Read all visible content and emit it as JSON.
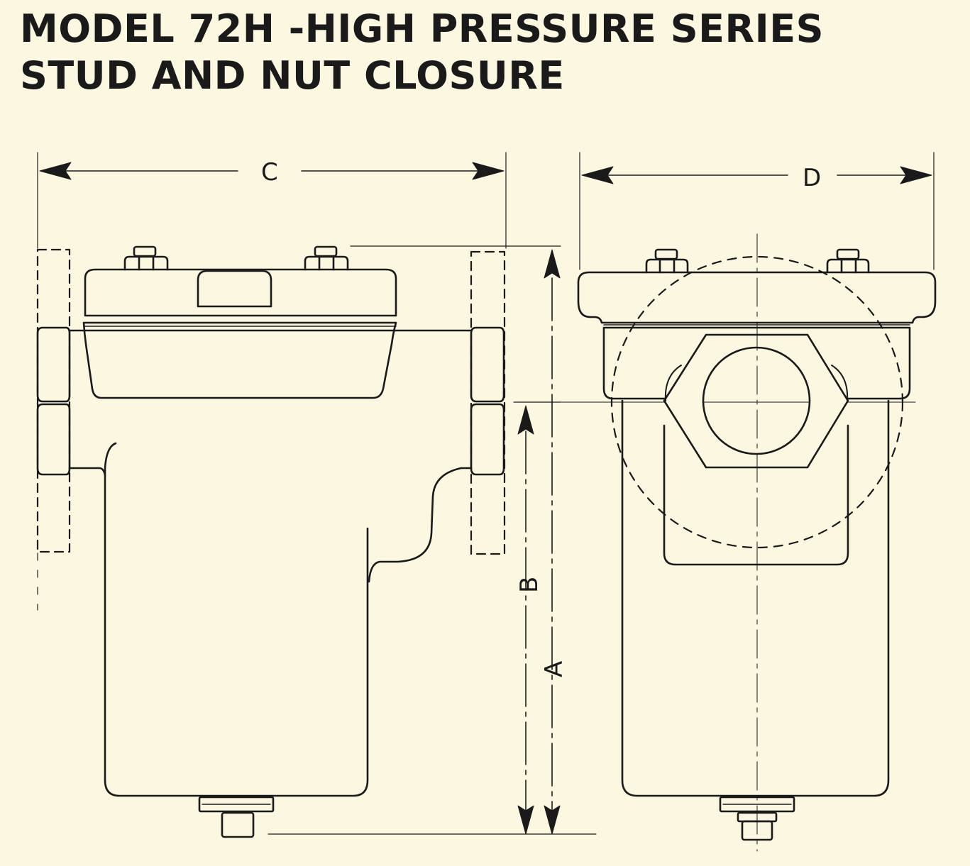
{
  "title": {
    "line1": "MODEL 72H -HIGH PRESSURE SERIES",
    "line2": "STUD AND NUT CLOSURE"
  },
  "dimensions": {
    "a": "A",
    "b": "B",
    "c": "C",
    "d": "D"
  },
  "colors": {
    "paper": "#fbf7e1",
    "ink": "#1a1a1a"
  }
}
